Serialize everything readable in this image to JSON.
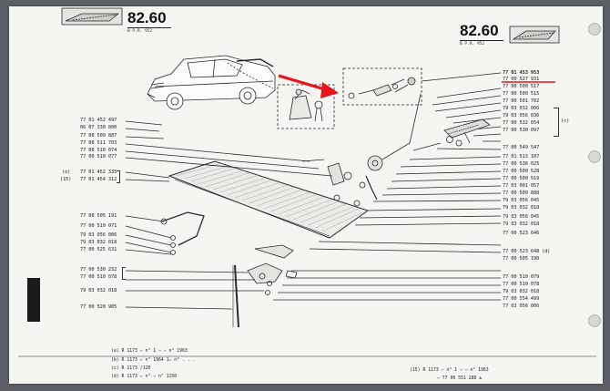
{
  "page": {
    "number_left": "82.60",
    "sub_left": "B    P.R. 952",
    "number_right": "82.60",
    "sub_right": "B    P.R. 952"
  },
  "highlight": {
    "part_number": "77 01 453 953",
    "arrow_color": "#e8141b",
    "underline_color": "#e8141b"
  },
  "right_parts": [
    "77 00 527 931",
    "77 00 500 517",
    "77 00 500 515",
    "77 00 501 702",
    "79 03 032 006",
    "79 03 056 036",
    "77 00 532 654",
    "77 00 530 097",
    "77 00 549 547",
    "77 01 513 107",
    "77 00 536 025",
    "77 00 500 528",
    "77 00 500 519",
    "77 03 001 057",
    "77 00 509 888",
    "79 03 056 045",
    "79 03 032 018",
    "79 03 056 045",
    "79 03 032 018",
    "77 00 523 646"
  ],
  "right_bracket_label": "(c)",
  "right_mid": {
    "part_a": "77 00 523 648",
    "part_a_tag": "(d)",
    "part_b": "77 00 505 190"
  },
  "right_lower": [
    "77 00 510 079",
    "77 00 510 078",
    "79 03 032 018",
    "77 00 554 499",
    "77 03 056 006"
  ],
  "left_upper": [
    "77 01 452 497",
    "06 07 330 800",
    "77 00 509 887",
    "77 00 511 703",
    "77 00 510 074",
    "77 00 510 077"
  ],
  "left_tagged": [
    {
      "tag": "(e)",
      "value": "77 01 452 335"
    },
    {
      "tag": "(15)",
      "value": "77 01 454 312"
    }
  ],
  "left_mid": [
    "77 00 505 191",
    "77 00 510 071",
    "79 03 056 006",
    "79 03 032 018",
    "77 00 525 631"
  ],
  "left_lower": {
    "bracket": [
      "77 00 530 232",
      "77 00 510 078"
    ],
    "part_a": "79 03 032 018",
    "part_b": "77 00 520 905"
  },
  "legend": [
    "(a)  R 1173  ⇨ n°       1 ⇨  ⇨ n° 1963",
    "(b)  R 1173  ⇨ n° 1964 1⇨ n° . . .",
    "(c)  R 1173  /120",
    "(d)  R 1173  ⇨ n°      ⇨ n° 1150"
  ],
  "legend_right": [
    "(15)  R 1173  ⇨ n°      1 ⇨  ⇨ n° 1963",
    "⇨  77 00 551 288 ±"
  ]
}
